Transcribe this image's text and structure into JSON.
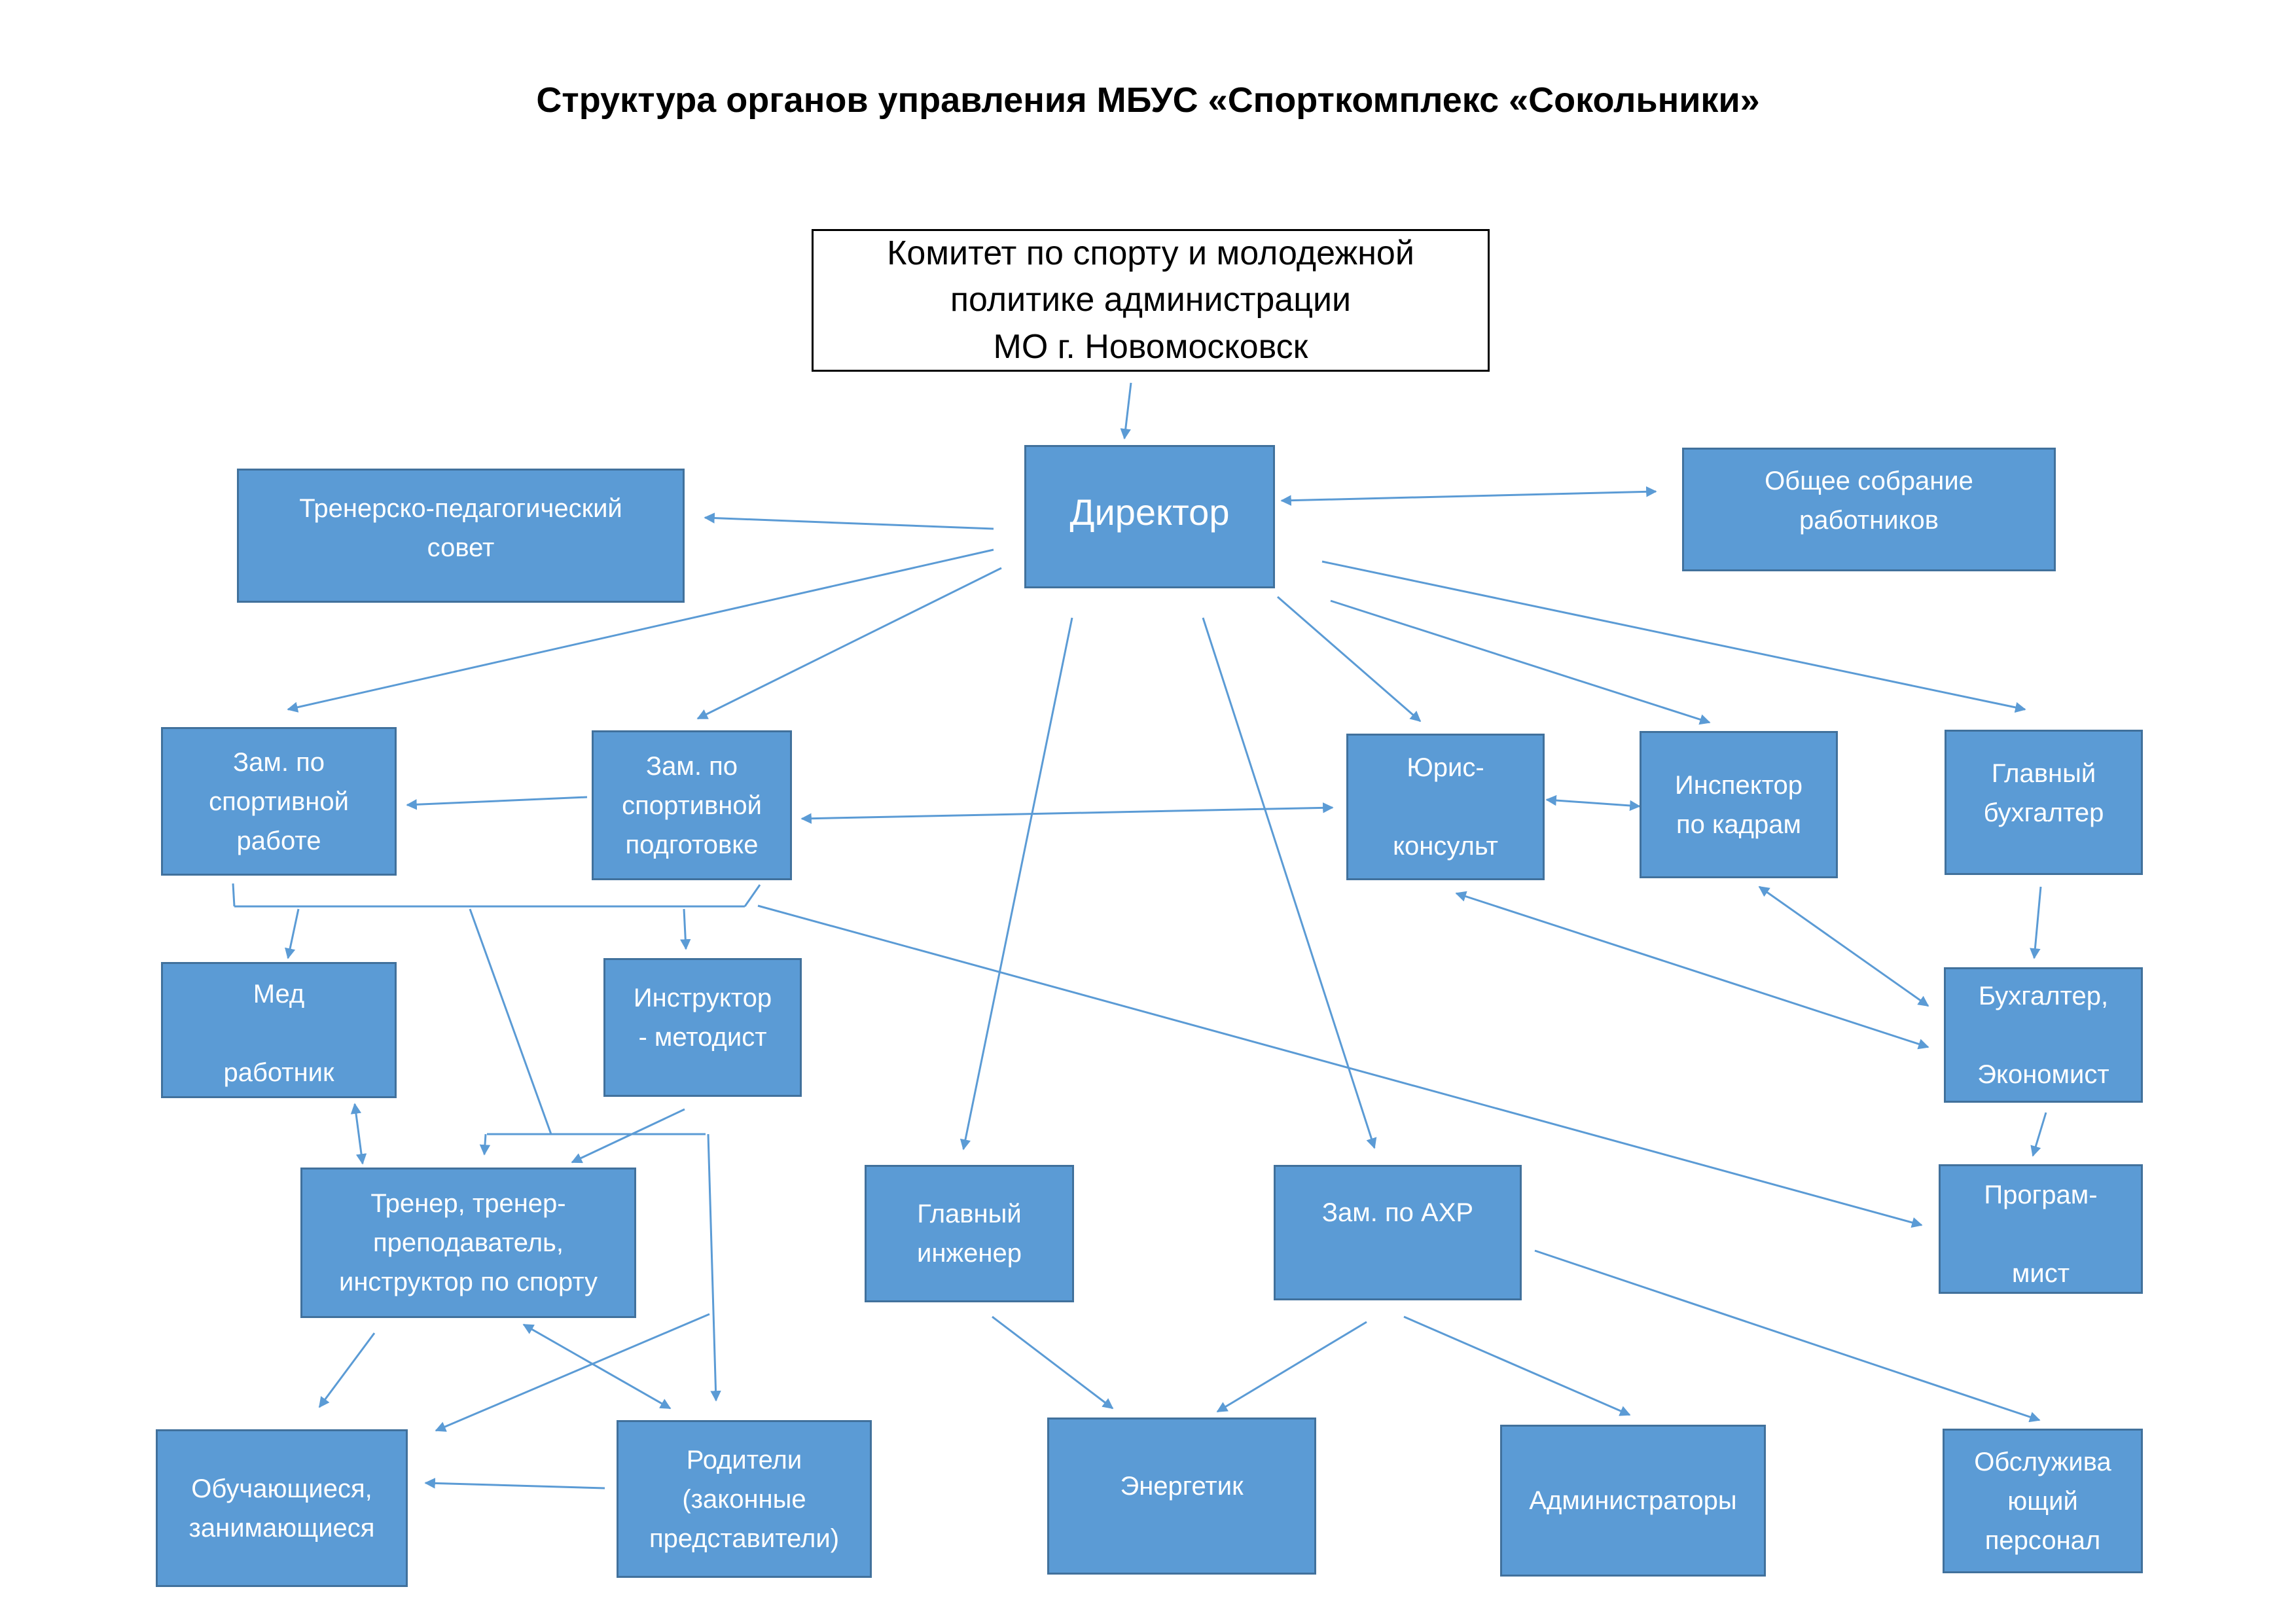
{
  "title": "Структура органов управления МБУС «Спорткомплекс «Сокольники»",
  "colors": {
    "box_fill": "#5b9bd5",
    "box_border": "#41719c",
    "box_text": "#ffffff",
    "arrow": "#5b9bd5"
  },
  "nodes": {
    "committee": "Комитет по спорту и молодежной\nполитике администрации\nМО г. Новомосковск",
    "director": "Директор",
    "coach_council": "Тренерско-педагогический\nсовет",
    "general_meeting": "Общее собрание\nработников",
    "deputy_sport_work": "Зам. по\nспортивной\nработе",
    "deputy_sport_training": "Зам. по\nспортивной\nподготовке",
    "legal": "Юрис-\n\nконсульт",
    "hr_inspector": "Инспектор\nпо кадрам",
    "chief_accountant": "Главный\nбухгалтер",
    "medic": "Мед\n\nработник",
    "instructor_methodist": "Инструктор\n- методист",
    "accountant": "Бухгалтер,\n\nЭкономист",
    "coach": "Тренер, тренер-\nпреподаватель,\nинструктор по спорту",
    "chief_engineer": "Главный\nинженер",
    "deputy_ahr": "Зам. по АХР",
    "programmer": "Програм-\n\nмист",
    "students": "Обучающиеся,\nзанимающиеся",
    "parents": "Родители\n(законные\nпредставители)",
    "power_engineer": "Энергетик",
    "administrators": "Администраторы",
    "service_staff": "Обслужива\nющий\nперсонал"
  }
}
